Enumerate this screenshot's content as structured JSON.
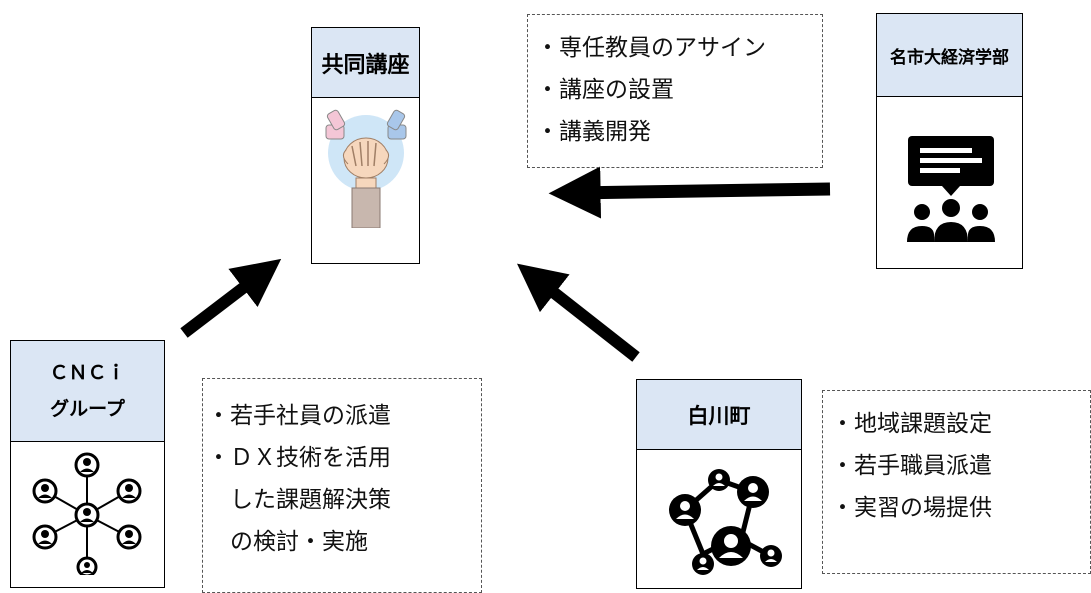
{
  "kyodo": {
    "title": "共同講座",
    "icon": "joined-hands-icon"
  },
  "meishi": {
    "title": "名市大経済学部",
    "icon": "presentation-audience-icon"
  },
  "cnci": {
    "title_line1": "ＣＮＣｉ",
    "title_line2": "グループ",
    "icon": "network-people-icon"
  },
  "shirakawa": {
    "title": "白川町",
    "icon": "connected-people-icon"
  },
  "notes": {
    "meishi": [
      "・専任教員のアサイン",
      "・講座の設置",
      "・講義開発"
    ],
    "cnci": [
      "・若手社員の派遣",
      "・ＤＸ技術を活用",
      "　した課題解決策",
      "　の検討・実施"
    ],
    "shirakawa": [
      "・地域課題設定",
      "・若手職員派遣",
      "・実習の場提供"
    ]
  },
  "colors": {
    "header": "#dbe6f4",
    "arrow": "#000000",
    "hands_bg": "#cfe6f7"
  }
}
